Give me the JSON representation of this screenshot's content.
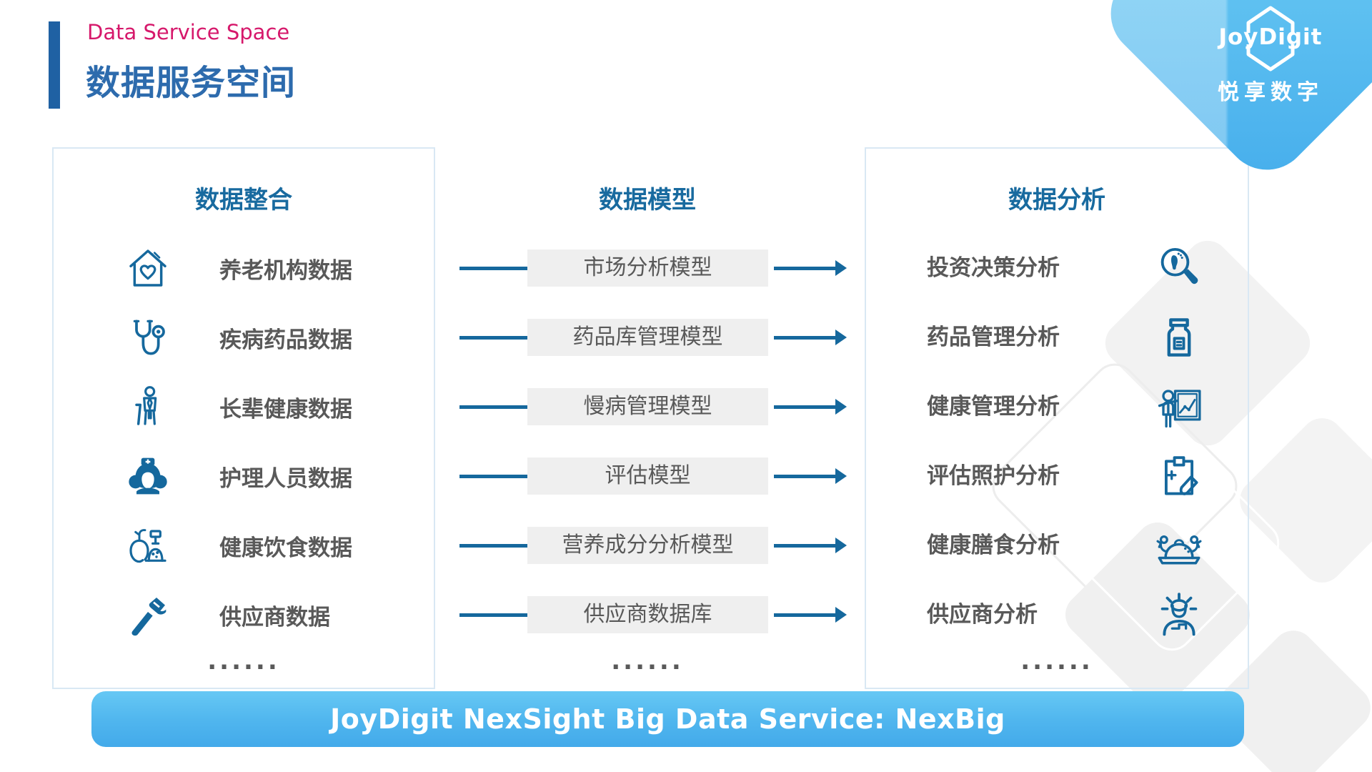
{
  "header": {
    "subtitle": "Data Service Space",
    "title": "数据服务空间"
  },
  "logo": {
    "name": "JoyDigit",
    "tagline": "悦享数字"
  },
  "columns": {
    "integration": {
      "title": "数据整合",
      "items": [
        {
          "icon": "nursing-home-icon",
          "label": "养老机构数据"
        },
        {
          "icon": "stethoscope-icon",
          "label": "疾病药品数据"
        },
        {
          "icon": "elderly-person-icon",
          "label": "长辈健康数据"
        },
        {
          "icon": "nurse-icon",
          "label": "护理人员数据"
        },
        {
          "icon": "healthy-food-icon",
          "label": "健康饮食数据"
        },
        {
          "icon": "wrench-icon",
          "label": "供应商数据"
        }
      ],
      "ellipsis": "......"
    },
    "models": {
      "title": "数据模型",
      "items": [
        "市场分析模型",
        "药品库管理模型",
        "慢病管理模型",
        "评估模型",
        "营养成分分析模型",
        "供应商数据库"
      ],
      "ellipsis": "......"
    },
    "analysis": {
      "title": "数据分析",
      "items": [
        {
          "label": "投资决策分析",
          "icon": "magnifier-footprint-icon"
        },
        {
          "label": "药品管理分析",
          "icon": "medicine-bottle-icon"
        },
        {
          "label": "健康管理分析",
          "icon": "health-chart-icon"
        },
        {
          "label": "评估照护分析",
          "icon": "care-clipboard-icon"
        },
        {
          "label": "健康膳食分析",
          "icon": "seafood-dish-icon"
        },
        {
          "label": "供应商分析",
          "icon": "idea-person-icon"
        }
      ],
      "ellipsis": "......"
    }
  },
  "banner": {
    "text": "JoyDigit NexSight Big Data Service: NexBig"
  },
  "colors": {
    "accent_blue": "#15689d",
    "title_blue": "#2d6bad",
    "header_blue": "#186a9f",
    "pink": "#d6186b",
    "row_text_gray": "#595959",
    "model_box_gray": "#efefef",
    "card_border": "#d9e8f4",
    "banner_top": "#66c8f4",
    "banner_bottom": "#43aaea",
    "logo_blue": "#5fc1f1"
  }
}
